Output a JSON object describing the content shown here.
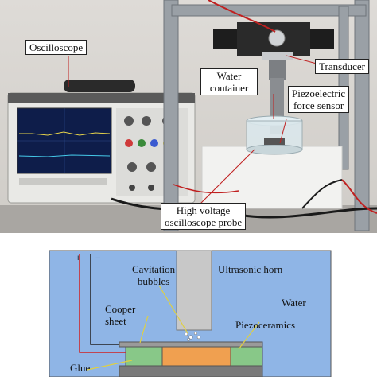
{
  "photo": {
    "labels": {
      "oscilloscope": "Oscilloscope",
      "transducer": "Transducer",
      "water_container_line1": "Water",
      "water_container_line2": "container",
      "piezo_sensor_line1": "Piezoelectric",
      "piezo_sensor_line2": "force sensor",
      "probe_line1": "High voltage",
      "probe_line2": "oscilloscope probe"
    }
  },
  "diagram": {
    "labels": {
      "cavitation_line1": "Cavitation",
      "cavitation_line2": "bubbles",
      "ultrasonic_horn": "Ultrasonic horn",
      "water": "Water",
      "cooper_line1": "Cooper",
      "cooper_line2": "sheet",
      "piezoceramics": "Piezoceramics",
      "glue": "Glue",
      "plus": "+",
      "minus": "−"
    },
    "colors": {
      "water": "#8fb5e6",
      "horn": "#c8c8c8",
      "piezo": "#f0a050",
      "glue": "#88c888",
      "wire_red": "#d02020"
    }
  }
}
